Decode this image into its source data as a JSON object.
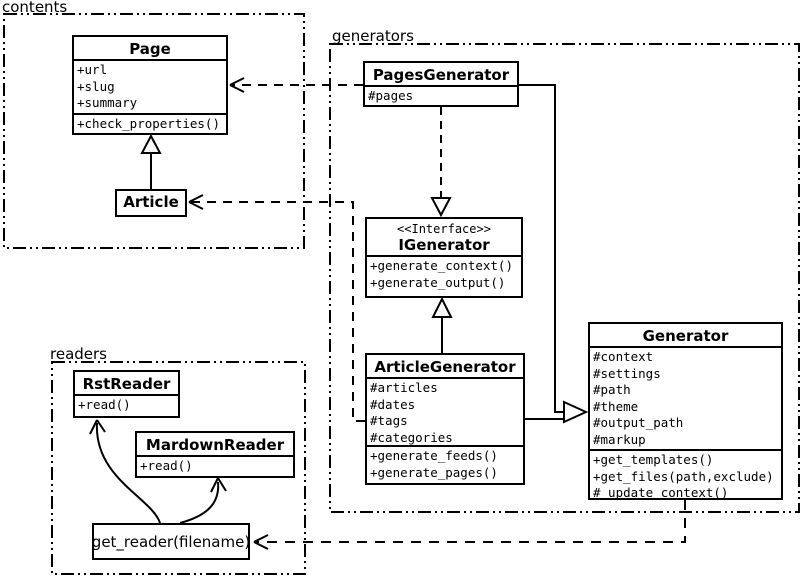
{
  "packages": {
    "contents": {
      "label": "contents"
    },
    "generators": {
      "label": "generators"
    },
    "readers": {
      "label": "readers"
    }
  },
  "classes": {
    "page": {
      "name": "Page",
      "attributes": [
        "+url",
        "+slug",
        "+summary"
      ],
      "methods": [
        "+check_properties()"
      ]
    },
    "article": {
      "name": "Article"
    },
    "pages_generator": {
      "name": "PagesGenerator",
      "attributes": [
        "#pages"
      ]
    },
    "igenerator": {
      "stereotype": "<<Interface>>",
      "name": "IGenerator",
      "methods": [
        "+generate_context()",
        "+generate_output()"
      ]
    },
    "article_generator": {
      "name": "ArticleGenerator",
      "attributes": [
        "#articles",
        "#dates",
        "#tags",
        "#categories"
      ],
      "methods": [
        "+generate_feeds()",
        "+generate_pages()"
      ]
    },
    "generator": {
      "name": "Generator",
      "attributes": [
        "#context",
        "#settings",
        "#path",
        "#theme",
        "#output_path",
        "#markup"
      ],
      "methods": [
        "+get_templates()",
        "+get_files(path,exclude)",
        "#_update_context()"
      ]
    },
    "rst_reader": {
      "name": "RstReader",
      "methods": [
        "+read()"
      ]
    },
    "mardown_reader": {
      "name": "MardownReader",
      "methods": [
        "+read()"
      ]
    },
    "get_reader": {
      "label": "get_reader(filename)"
    }
  },
  "relationships": [
    {
      "type": "generalization",
      "from": "Article",
      "to": "Page",
      "line": "solid"
    },
    {
      "type": "realization",
      "from": "PagesGenerator",
      "to": "IGenerator",
      "line": "dashed"
    },
    {
      "type": "generalization",
      "from": "ArticleGenerator",
      "to": "IGenerator",
      "line": "solid"
    },
    {
      "type": "generalization",
      "from": "PagesGenerator",
      "to": "Generator",
      "line": "solid"
    },
    {
      "type": "generalization",
      "from": "ArticleGenerator",
      "to": "Generator",
      "line": "solid"
    },
    {
      "type": "dependency",
      "from": "PagesGenerator",
      "to": "Page",
      "line": "dashed"
    },
    {
      "type": "dependency",
      "from": "ArticleGenerator",
      "to": "Article",
      "line": "dashed"
    },
    {
      "type": "dependency",
      "from": "Generator",
      "to": "get_reader(filename)",
      "line": "dashed"
    },
    {
      "type": "arrow",
      "from": "get_reader(filename)",
      "to": "RstReader",
      "line": "solid-curved"
    },
    {
      "type": "arrow",
      "from": "get_reader(filename)",
      "to": "MardownReader",
      "line": "solid-curved"
    }
  ],
  "colors": {
    "line": "#000000",
    "background": "#ffffff",
    "box_fill": "#ffffff"
  }
}
